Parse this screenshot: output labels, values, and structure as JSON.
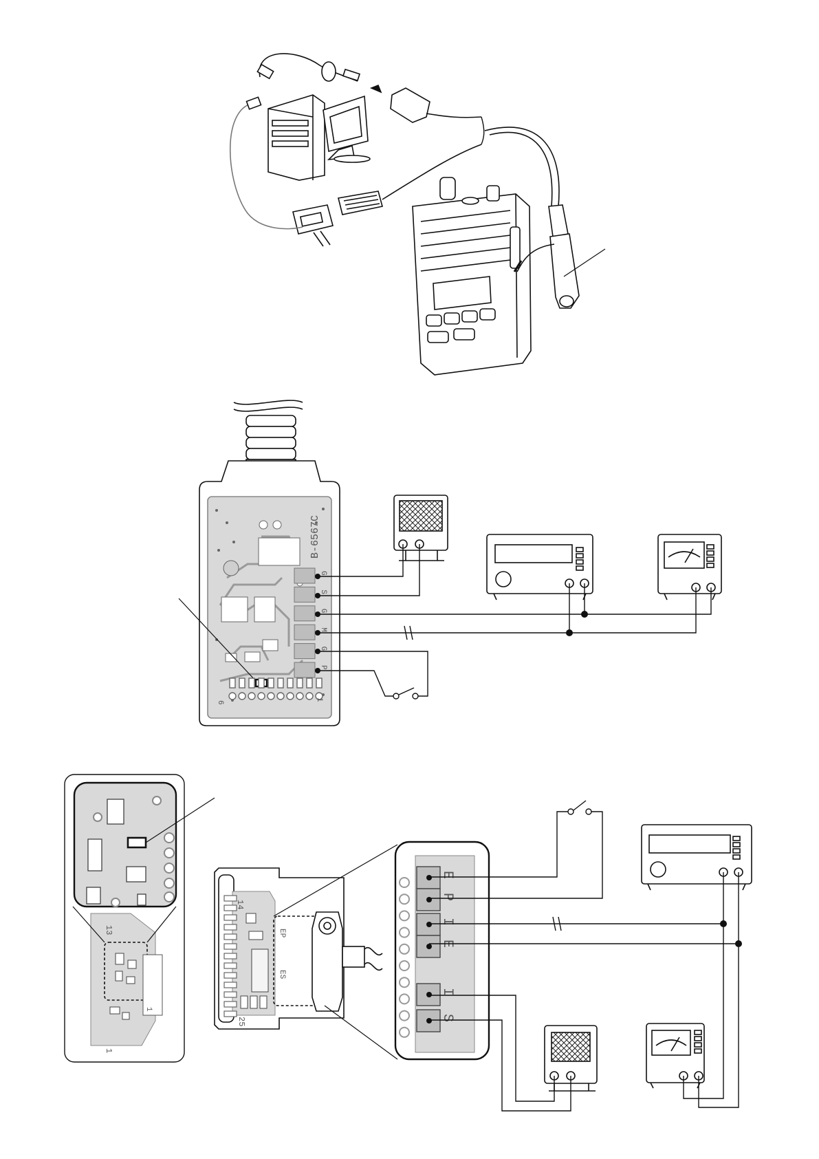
{
  "board_top": {
    "marking": "B-6567C",
    "pad_letters": [
      "G",
      "S",
      "G",
      "M",
      "G",
      "P"
    ],
    "edge_left": "6",
    "edge_right": "1"
  },
  "connector": {
    "pin_top": "14",
    "pin_bottom": "25",
    "inner_letters": "EP",
    "inner_letters_b": "ES"
  },
  "detail_inset": {
    "pin_top": "13",
    "pin_bottom": "1",
    "pin_side": "1"
  },
  "pad_zoom": {
    "letters": [
      "E",
      "P",
      "I",
      "E",
      "I",
      "S"
    ]
  }
}
